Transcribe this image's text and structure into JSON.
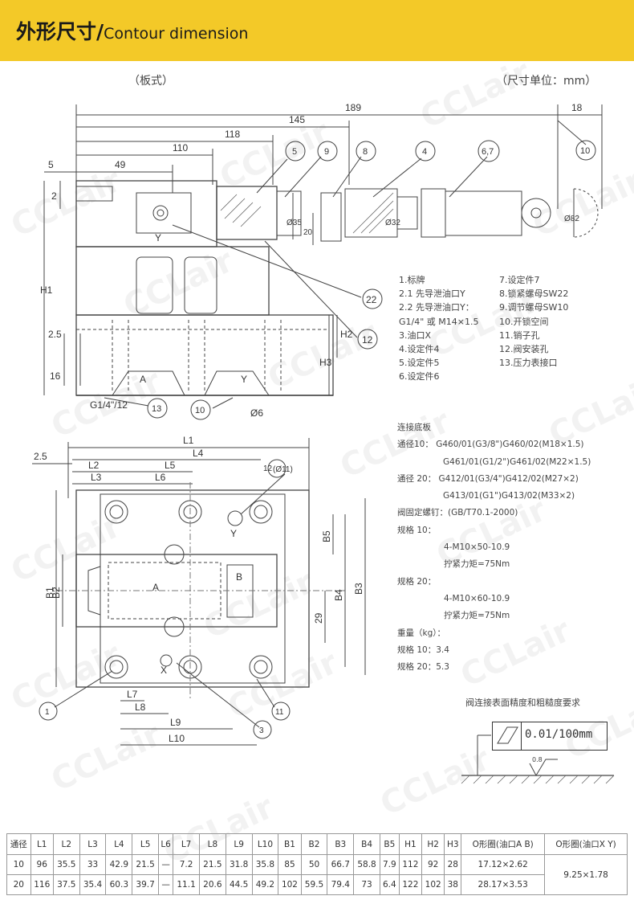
{
  "header": {
    "title_cn": "外形尺寸/",
    "title_en": "Contour dimension",
    "bg": "#f3c928"
  },
  "labels": {
    "mount_type": "（板式）",
    "unit": "（尺寸单位：mm）"
  },
  "legend": [
    [
      "1.标牌",
      "7.设定件7"
    ],
    [
      "2.1 先导泄油口Y",
      "8.锁紧螺母SW22"
    ],
    [
      "2.2 先导泄油口Y：",
      "9.调节螺母SW10"
    ],
    [
      "G1/4\" 或 M14×1.5",
      "10.开锁空间"
    ],
    [
      "3.油口X",
      "11.销子孔"
    ],
    [
      "4.设定件4",
      "12.阀安装孔"
    ],
    [
      "5.设定件5",
      "13.压力表接口"
    ],
    [
      "6.设定件6",
      ""
    ]
  ],
  "connection": {
    "title": "连接底板",
    "lines": [
      {
        "text": "通径10：   G460/01(G3/8\")G460/02(M18×1.5)",
        "indent": 0
      },
      {
        "text": "G461/01(G1/2\")G461/02(M22×1.5)",
        "indent": 1
      },
      {
        "text": "通径 20：  G412/01(G3/4\")G412/02(M27×2)",
        "indent": 0
      },
      {
        "text": "G413/01(G1\")G413/02(M33×2)",
        "indent": 1
      },
      {
        "text": "阀固定螺钉：(GB/T70.1-2000)",
        "indent": 0
      },
      {
        "text": "规格 10：",
        "indent": 0
      },
      {
        "text": "4-M10×50-10.9",
        "indent": 2
      },
      {
        "text": "拧紧力矩=75Nm",
        "indent": 2
      },
      {
        "text": "规格 20：",
        "indent": 0
      },
      {
        "text": "4-M10×60-10.9",
        "indent": 2
      },
      {
        "text": "拧紧力矩=75Nm",
        "indent": 2
      },
      {
        "text": "重量（kg）：",
        "indent": 0
      },
      {
        "text": "规格 10：3.4",
        "indent": 0
      },
      {
        "text": "规格 20：5.3",
        "indent": 0
      }
    ]
  },
  "surface": {
    "title": "阀连接表面精度和粗糙度要求",
    "tolerance": "0.01/100mm",
    "roughness": "0.8"
  },
  "dims_top": {
    "d189": "189",
    "d145": "145",
    "d118": "118",
    "d110": "110",
    "d49": "49",
    "d5": "5",
    "d18": "18",
    "d2": "2",
    "H1": "H1",
    "H2": "H2",
    "H3": "H3",
    "d2_5": "2.5",
    "d16": "16",
    "dia35": "Ø35",
    "dia20": "20",
    "dia32": "Ø32",
    "dia82": "Ø82",
    "dia6": "Ø6",
    "port": "G1/4\"/12",
    "A": "A",
    "Y": "Y",
    "X": "X",
    "B": "B",
    "c5": "5",
    "c9": "9",
    "c8": "8",
    "c4": "4",
    "c67": "6,7",
    "c10": "10",
    "c22": "22",
    "c12": "12",
    "c13": "13"
  },
  "dims_bot": {
    "L1": "L1",
    "L2": "L2",
    "L3": "L3",
    "L4": "L4",
    "L5": "L5",
    "L6": "L6",
    "L7": "L7",
    "L8": "L8",
    "L9": "L9",
    "L10": "L10",
    "B1": "B1",
    "B2": "B2",
    "B3": "B3",
    "B4": "B4",
    "B5": "B5",
    "d29": "29",
    "d2_5": "2.5",
    "c12": "12",
    "dia11": "(Ø11)",
    "c1": "1",
    "c3": "3",
    "c11": "11"
  },
  "table": {
    "headers": [
      "通径",
      "L1",
      "L2",
      "L3",
      "L4",
      "L5",
      "L6",
      "L7",
      "L8",
      "L9",
      "L10",
      "B1",
      "B2",
      "B3",
      "B4",
      "B5",
      "H1",
      "H2",
      "H3",
      "O形圈(油口A B)",
      "O形圈(油口X Y)"
    ],
    "rows": [
      [
        "10",
        "96",
        "35.5",
        "33",
        "42.9",
        "21.5",
        "—",
        "7.2",
        "21.5",
        "31.8",
        "35.8",
        "85",
        "50",
        "66.7",
        "58.8",
        "7.9",
        "112",
        "92",
        "28",
        "17.12×2.62"
      ],
      [
        "20",
        "116",
        "37.5",
        "35.4",
        "60.3",
        "39.7",
        "—",
        "11.1",
        "20.6",
        "44.5",
        "49.2",
        "102",
        "59.5",
        "79.4",
        "73",
        "6.4",
        "122",
        "102",
        "38",
        "28.17×3.53"
      ]
    ],
    "xy_oring": "9.25×1.78"
  },
  "watermark": "CCLair"
}
